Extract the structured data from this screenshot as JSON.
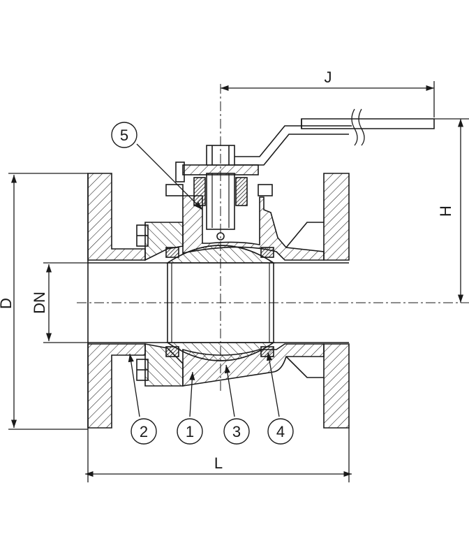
{
  "dimensions": {
    "J": "J",
    "H": "H",
    "D": "D",
    "DN": "DN",
    "L": "L"
  },
  "callouts": {
    "c1": "1",
    "c2": "2",
    "c3": "3",
    "c4": "4",
    "c5": "5"
  },
  "colors": {
    "line": "#1a1a1a",
    "background": "#ffffff"
  }
}
